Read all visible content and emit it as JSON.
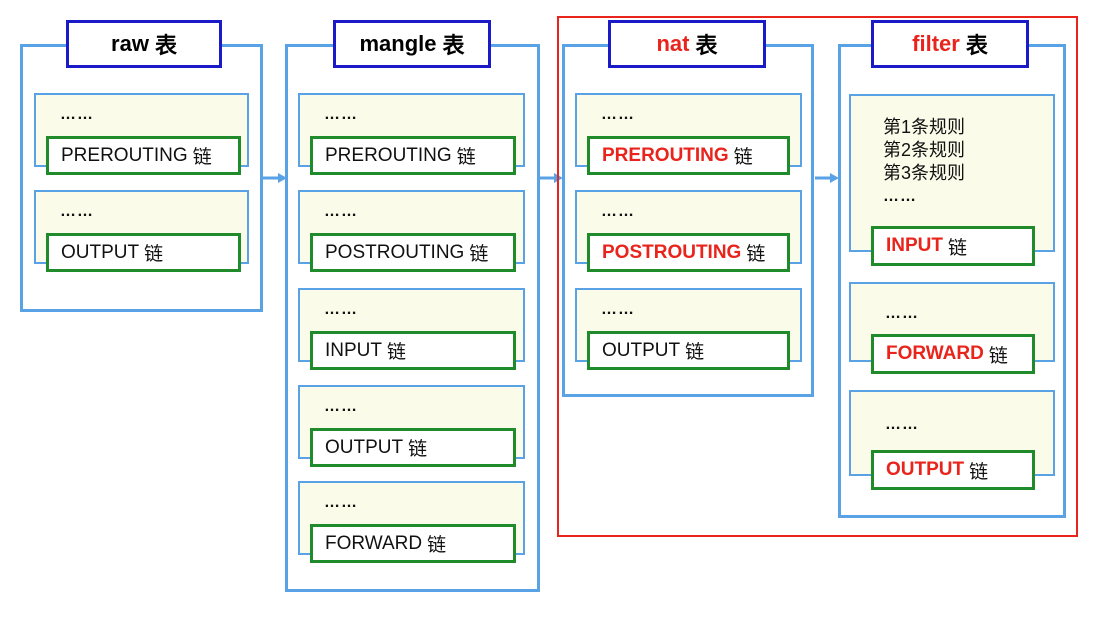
{
  "tables": [
    {
      "name": "raw",
      "suffix": "表",
      "highlight": false,
      "chains": [
        {
          "dots": "……",
          "label": "PREROUTING",
          "suffix": "链",
          "red": false
        },
        {
          "dots": "……",
          "label": "OUTPUT",
          "suffix": "链",
          "red": false
        }
      ]
    },
    {
      "name": "mangle",
      "suffix": "表",
      "highlight": false,
      "chains": [
        {
          "dots": "……",
          "label": "PREROUTING",
          "suffix": "链",
          "red": false
        },
        {
          "dots": "……",
          "label": "POSTROUTING",
          "suffix": "链",
          "red": false
        },
        {
          "dots": "……",
          "label": "INPUT",
          "suffix": "链",
          "red": false
        },
        {
          "dots": "……",
          "label": "OUTPUT",
          "suffix": "链",
          "red": false
        },
        {
          "dots": "……",
          "label": "FORWARD",
          "suffix": "链",
          "red": false
        }
      ]
    },
    {
      "name": "nat",
      "suffix": "表",
      "highlight": true,
      "chains": [
        {
          "dots": "……",
          "label": "PREROUTING",
          "suffix": "链",
          "red": true
        },
        {
          "dots": "……",
          "label": "POSTROUTING",
          "suffix": "链",
          "red": true
        },
        {
          "dots": "……",
          "label": "OUTPUT",
          "suffix": "链",
          "red": false
        }
      ]
    },
    {
      "name": "filter",
      "suffix": "表",
      "highlight": true,
      "chains": [
        {
          "rules": [
            "第1条规则",
            "第2条规则",
            "第3条规则"
          ],
          "dots": "……",
          "label": "INPUT",
          "suffix": "链",
          "red": true
        },
        {
          "dots": "……",
          "label": "FORWARD",
          "suffix": "链",
          "red": true
        },
        {
          "dots": "……",
          "label": "OUTPUT",
          "suffix": "链",
          "red": true
        }
      ]
    }
  ],
  "colors": {
    "table_border": "#5aa2e6",
    "header_border": "#1a1ac8",
    "chain_border": "#1f8b2a",
    "rule_fill": "#fbfbe9",
    "highlight": "#e8241c"
  }
}
